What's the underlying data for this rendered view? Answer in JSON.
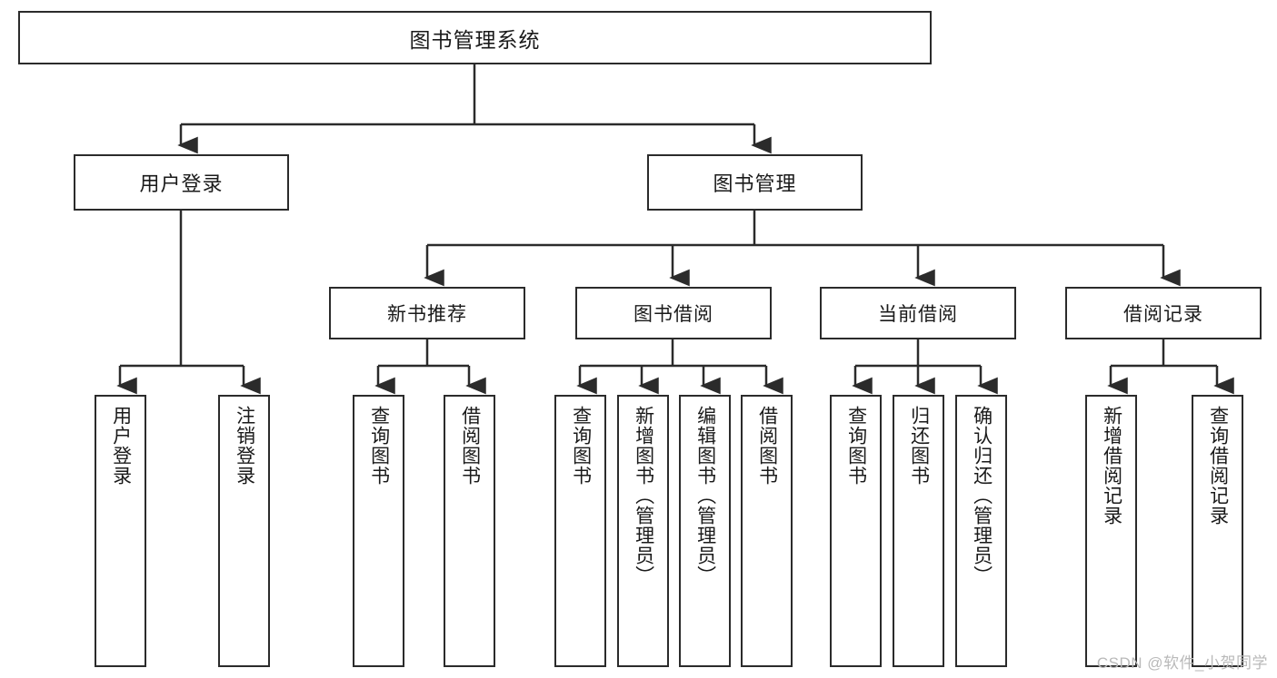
{
  "diagram": {
    "title": "图书管理系统",
    "watermark": "CSDN @软件_小贺同学",
    "line_color": "#2b2b2b",
    "box_fill": "#ffffff",
    "text_color": "#1a1a1a",
    "watermark_color": "#b9b9b9"
  },
  "nodes": {
    "root": {
      "label": "图书管理系统"
    },
    "branch": [
      {
        "label": "用户登录"
      },
      {
        "label": "图书管理"
      }
    ],
    "sub": [
      {
        "label": "新书推荐"
      },
      {
        "label": "图书借阅"
      },
      {
        "label": "当前借阅"
      },
      {
        "label": "借阅记录"
      }
    ],
    "leaves": [
      {
        "label": "用户登录",
        "parent": "用户登录"
      },
      {
        "label": "注销登录",
        "parent": "用户登录"
      },
      {
        "label": "查询图书",
        "parent": "新书推荐"
      },
      {
        "label": "借阅图书",
        "parent": "新书推荐"
      },
      {
        "label": "查询图书",
        "parent": "图书借阅"
      },
      {
        "label": "新增图书（管理员）",
        "parent": "图书借阅"
      },
      {
        "label": "编辑图书（管理员）",
        "parent": "图书借阅"
      },
      {
        "label": "借阅图书",
        "parent": "图书借阅"
      },
      {
        "label": "查询图书",
        "parent": "当前借阅"
      },
      {
        "label": "归还图书",
        "parent": "当前借阅"
      },
      {
        "label": "确认归还（管理员）",
        "parent": "当前借阅"
      },
      {
        "label": "新增借阅记录",
        "parent": "借阅记录"
      },
      {
        "label": "查询借阅记录",
        "parent": "借阅记录"
      }
    ]
  }
}
